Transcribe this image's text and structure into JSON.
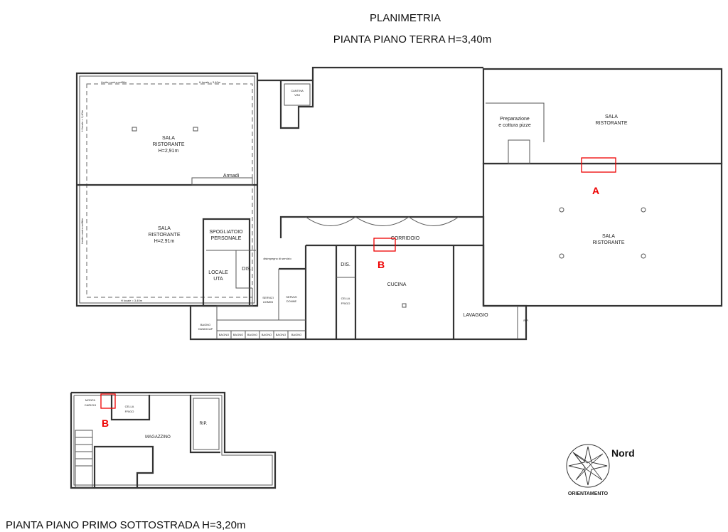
{
  "header": {
    "title": "PLANIMETRIA",
    "subtitle": "PIANTA PIANO TERRA H=3,40m"
  },
  "ground_floor": {
    "rooms": {
      "sala1": [
        "SALA",
        "RISTORANTE",
        "H=2,91m"
      ],
      "sala2": [
        "SALA",
        "RISTORANTE",
        "H=2,91m"
      ],
      "armadi": "Armadi",
      "spogliatoio": [
        "SPOGLIATOIO",
        "PERSONALE"
      ],
      "locale_uta": [
        "LOCALE",
        "UTA"
      ],
      "dis1": "DIS.",
      "disimpegno": "disimpegno di servizio",
      "servizi_uomini": [
        "SERVIZI",
        "UOMINI"
      ],
      "servizi_donne": [
        "SERVIZI",
        "DONNE"
      ],
      "bagno_handicap": [
        "BAGNO",
        "HANDICAP"
      ],
      "bagni": [
        "BAGNO",
        "BAGNO",
        "BAGNO",
        "BAGNO",
        "BAGNO",
        "BAGNO"
      ],
      "cantina": [
        "CANTINA",
        "VINI"
      ],
      "dis2": "DIS.",
      "cella_frigo": [
        "CELLA",
        "FRIGO"
      ],
      "cucina": "CUCINA",
      "lavaggio": "LAVAGGIO",
      "rip": "RIP.",
      "corridoio": "CORRIDOIO",
      "pizze": [
        "Preparazione",
        "e cottura pizze"
      ],
      "sala3": [
        "SALA",
        "RISTORANTE"
      ],
      "sala4": [
        "SALA",
        "RISTORANTE"
      ]
    },
    "notes": {
      "limite_top": "Limite contro-soffitto",
      "hlocale_top": "H locale = 3,40m",
      "hlocale_side": "H locale = 3,40m",
      "limite_side": "Limite contro-soffitto",
      "hlocale_bottom": "H locale = 3,40m"
    },
    "markers": {
      "a": "A",
      "b": "B"
    }
  },
  "basement": {
    "title": "PIANTA PIANO PRIMO SOTTOSTRADA H=3,20m",
    "rooms": {
      "montacarichi": [
        "MONTA",
        "CARICHI"
      ],
      "cella_frigo": [
        "CELLA",
        "FRIGO"
      ],
      "magazzino": "MAGAZZINO",
      "rip": "RIP."
    },
    "marker": "B"
  },
  "compass": {
    "north": "Nord",
    "label": "ORIENTAMENTO"
  },
  "colors": {
    "walls": "#333333",
    "highlight": "#e00000"
  }
}
